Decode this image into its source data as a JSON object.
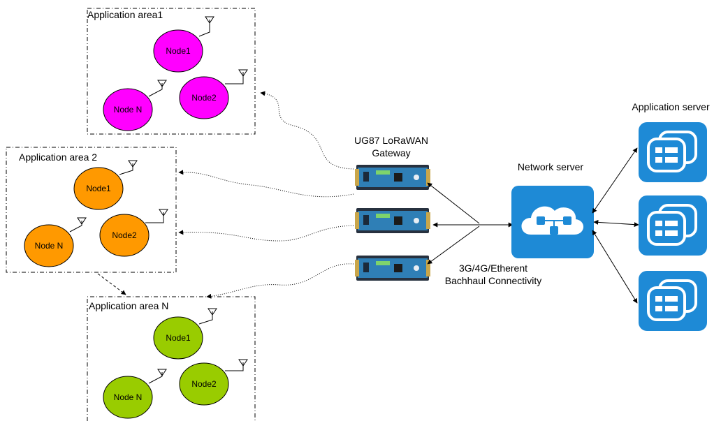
{
  "areas": [
    {
      "title": "Application area1",
      "nodes": [
        "Node1",
        "Node2",
        "Node N"
      ],
      "color": "#ff00ff"
    },
    {
      "title": "Application area 2",
      "nodes": [
        "Node1",
        "Node2",
        "Node N"
      ],
      "color": "#ff9900"
    },
    {
      "title": "Application area N",
      "nodes": [
        "Node1",
        "Node2",
        "Node N"
      ],
      "color": "#99cc00"
    }
  ],
  "gateway": {
    "label_line1": "UG87 LoRaWAN",
    "label_line2": "Gateway"
  },
  "backhaul": {
    "label_line1": "3G/4G/Etherent",
    "label_line2": "Bachhaul Connectivity"
  },
  "network_server": {
    "label": "Network server",
    "color": "#1e8ad6"
  },
  "application_server": {
    "label": "Application server",
    "color": "#1e8ad6"
  },
  "icons": {
    "gateway": "router-device-icon",
    "network_server": "cloud-network-icon",
    "application_server": "app-server-icon",
    "antenna": "antenna-icon"
  }
}
